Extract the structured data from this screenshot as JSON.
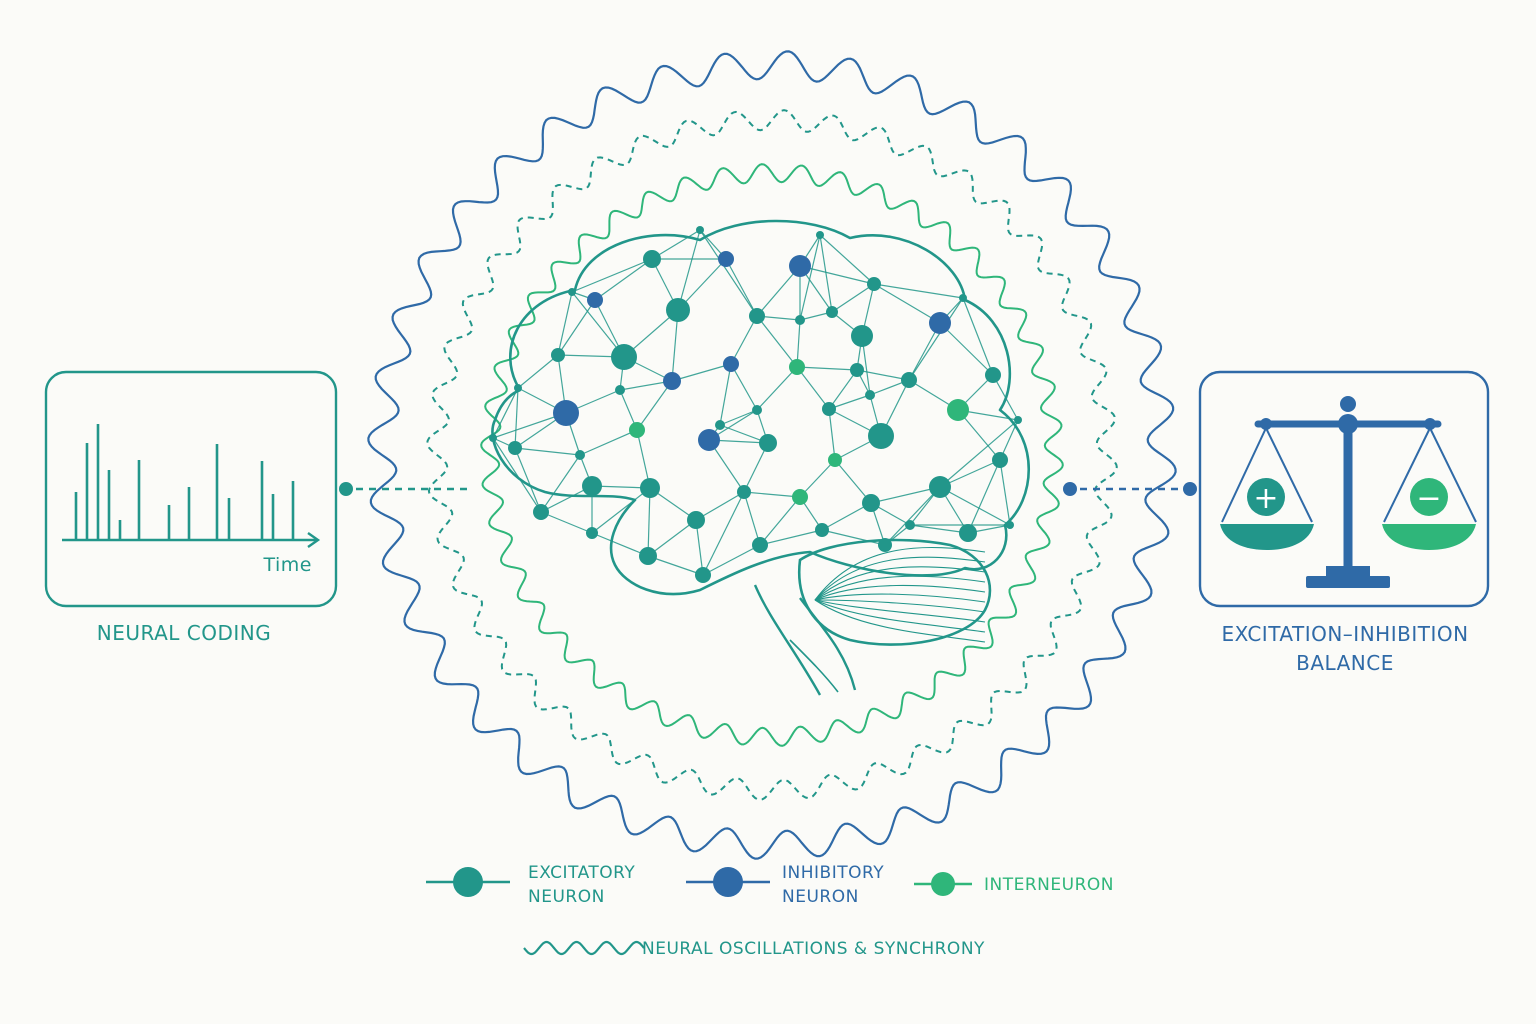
{
  "colors": {
    "teal": "#22968a",
    "blue": "#2f6aa7",
    "green": "#2fb67a",
    "background": "#fbfbf8"
  },
  "left_panel": {
    "axis_label": "Time",
    "caption": "NEURAL CODING",
    "icon": "spike-train-icon"
  },
  "right_panel": {
    "caption_line1": "EXCITATION–INHIBITION",
    "caption_line2": "BALANCE",
    "icon": "balance-scale-icon",
    "plus_symbol": "+",
    "minus_symbol": "−"
  },
  "center": {
    "icon": "brain-network-icon"
  },
  "legend": {
    "excitatory_line1": "EXCITATORY",
    "excitatory_line2": "NEURON",
    "inhibitory_line1": "INHIBITORY",
    "inhibitory_line2": "NEURON",
    "interneuron": "INTERNEURON",
    "oscillations": "NEURAL OSCILLATIONS & SYNCHRONY"
  }
}
